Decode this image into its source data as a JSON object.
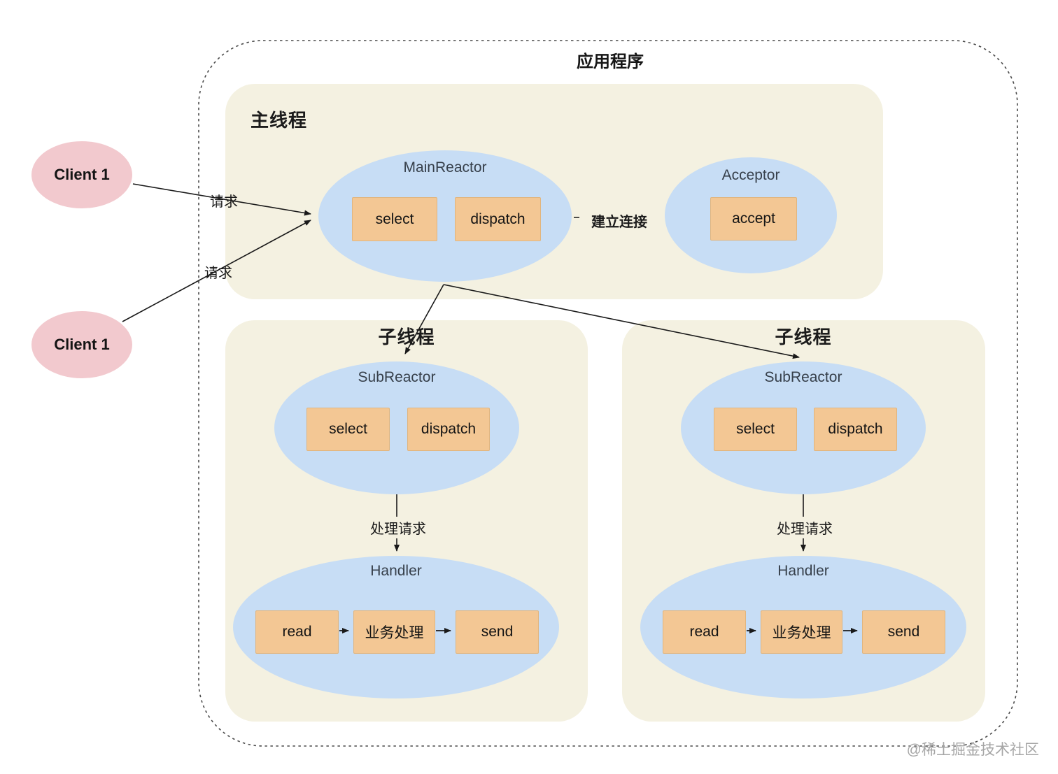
{
  "diagram": {
    "title": "应用程序",
    "watermark": "@稀土掘金技术社区"
  },
  "clients": [
    {
      "label": "Client 1"
    },
    {
      "label": "Client 1"
    }
  ],
  "edges": {
    "request_top": "请求",
    "request_bottom": "请求",
    "establish_connection": "建立连接",
    "process_request_left": "处理请求",
    "process_request_right": "处理请求"
  },
  "main_thread": {
    "label": "主线程",
    "main_reactor": {
      "title": "MainReactor",
      "select": "select",
      "dispatch": "dispatch"
    },
    "acceptor": {
      "title": "Acceptor",
      "accept": "accept"
    }
  },
  "sub_threads": [
    {
      "label": "子线程",
      "sub_reactor": {
        "title": "SubReactor",
        "select": "select",
        "dispatch": "dispatch"
      },
      "handler": {
        "title": "Handler",
        "read": "read",
        "process": "业务处理",
        "send": "send"
      }
    },
    {
      "label": "子线程",
      "sub_reactor": {
        "title": "SubReactor",
        "select": "select",
        "dispatch": "dispatch"
      },
      "handler": {
        "title": "Handler",
        "read": "read",
        "process": "业务处理",
        "send": "send"
      }
    }
  ],
  "colors": {
    "section_beige": "#f4f1e1",
    "reactor_blue": "#c7ddf5",
    "op_orange": "#f3c794",
    "client_pink": "#f2c9ce",
    "line_black": "#1a1a1a",
    "watermark_gray": "#a6a6a6"
  }
}
